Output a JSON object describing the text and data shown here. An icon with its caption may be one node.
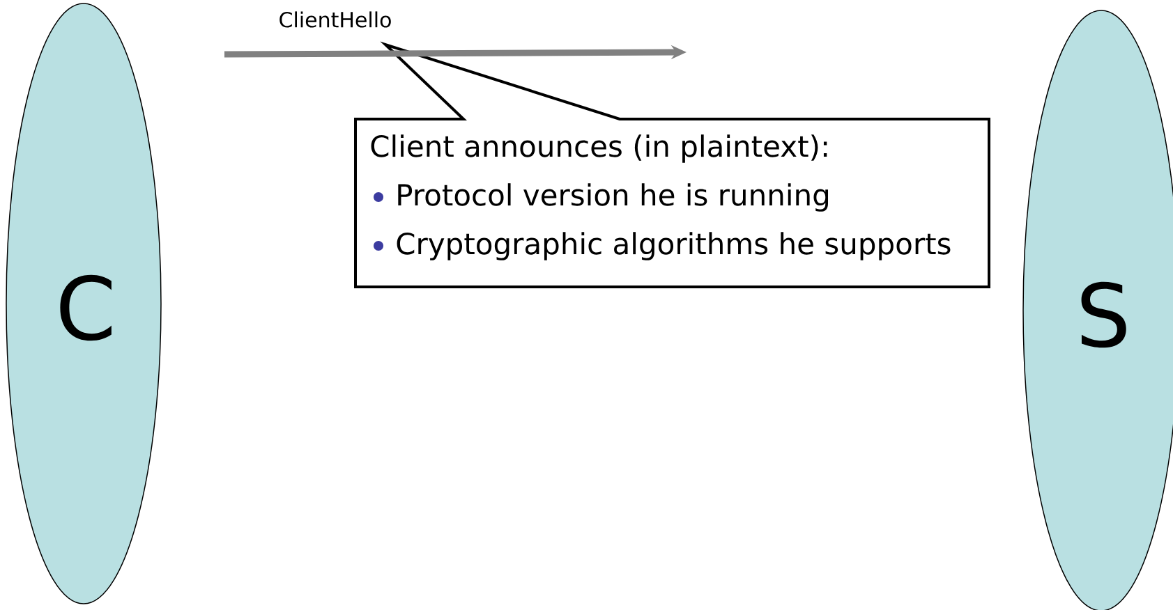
{
  "diagram": {
    "nodes": [
      {
        "text": [
          "C"
        ]
      },
      {
        "text": [
          "S"
        ]
      },
      {
        "text": [
          "Client announces (in plaintext):",
          "Protocol version he is running",
          "Cryptographic algorithms he supports"
        ]
      }
    ],
    "labels": [
      "ClientHello"
    ]
  }
}
